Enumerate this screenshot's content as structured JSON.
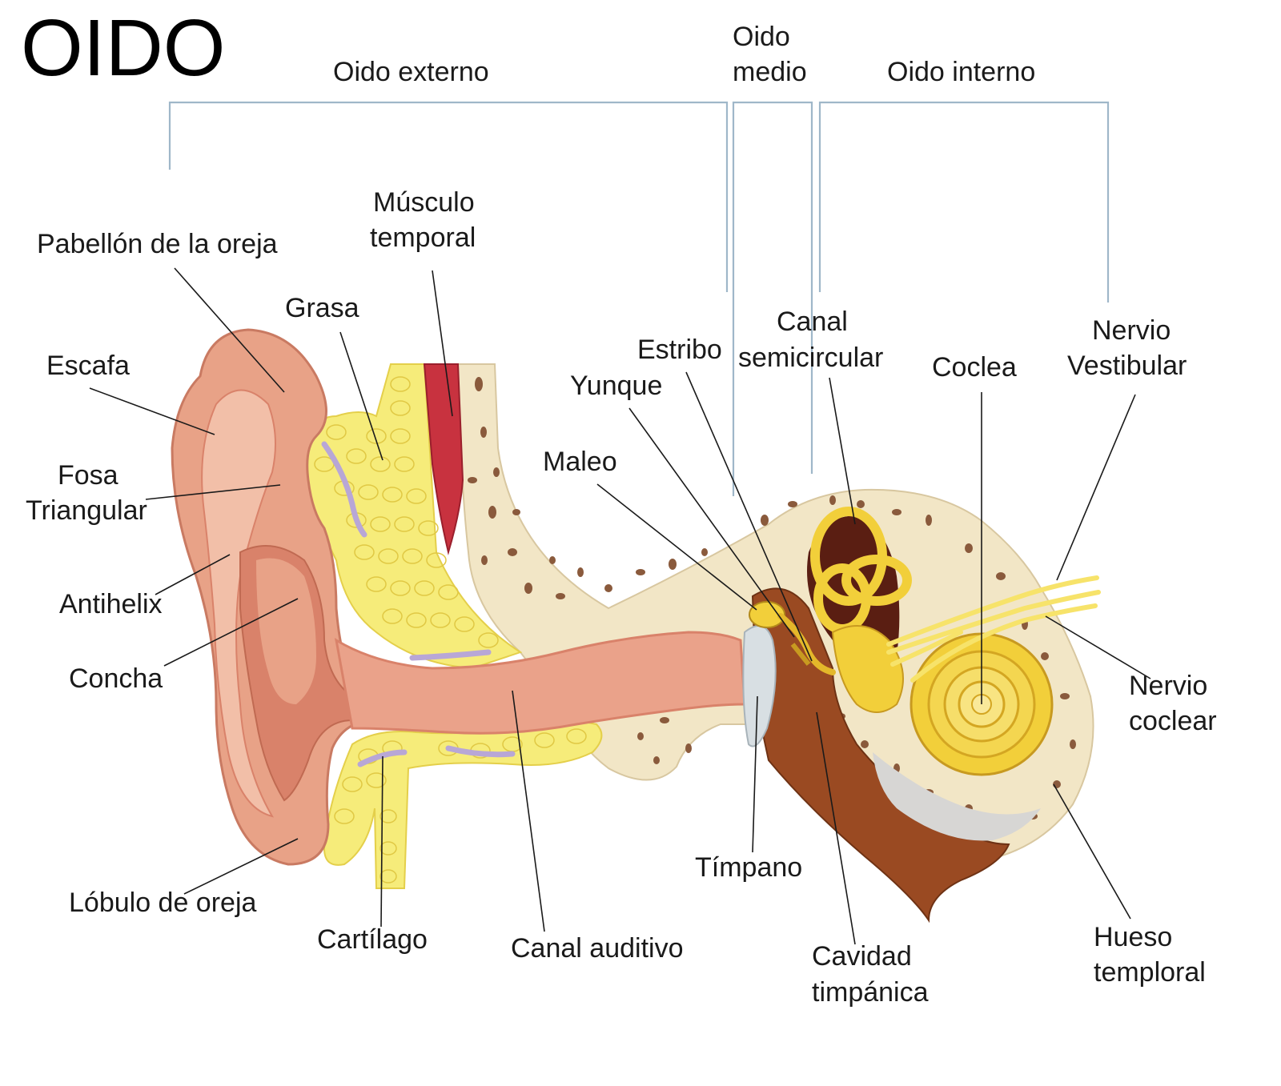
{
  "title": "OIDO",
  "sections": {
    "external": "Oido externo",
    "middle_line1": "Oido",
    "middle_line2": "medio",
    "internal": "Oido interno"
  },
  "labels": {
    "pabellon": "Pabellón de la oreja",
    "musculo_1": "Músculo",
    "musculo_2": "temporal",
    "grasa": "Grasa",
    "escafa": "Escafa",
    "fosa_1": "Fosa",
    "fosa_2": "Triangular",
    "antihelix": "Antihelix",
    "concha": "Concha",
    "lobulo": "Lóbulo de oreja",
    "cartilago": "Cartílago",
    "canal_auditivo": "Canal auditivo",
    "estribo": "Estribo",
    "canal_semi_1": "Canal",
    "canal_semi_2": "semicircular",
    "yunque": "Yunque",
    "maleo": "Maleo",
    "coclea": "Coclea",
    "nervio_vest_1": "Nervio",
    "nervio_vest_2": "Vestibular",
    "nervio_coc_1": "Nervio",
    "nervio_coc_2": "coclear",
    "timpano": "Tímpano",
    "cavidad_1": "Cavidad",
    "cavidad_2": "timpánica",
    "hueso_1": "Hueso",
    "hueso_2": "temploral"
  },
  "colors": {
    "skin": "#e8a287",
    "skin_dark": "#d9826a",
    "skin_light": "#f2bfa8",
    "fat": "#f6ec7a",
    "bone": "#f2e6c6",
    "bone_spots": "#8a5a3c",
    "muscle": "#c8323f",
    "cochlea": "#f2cf3a",
    "nerve": "#f7e36a",
    "cavity": "#9a4a22",
    "eardrum": "#d8dfe3",
    "bracket": "#9fb7c9"
  }
}
